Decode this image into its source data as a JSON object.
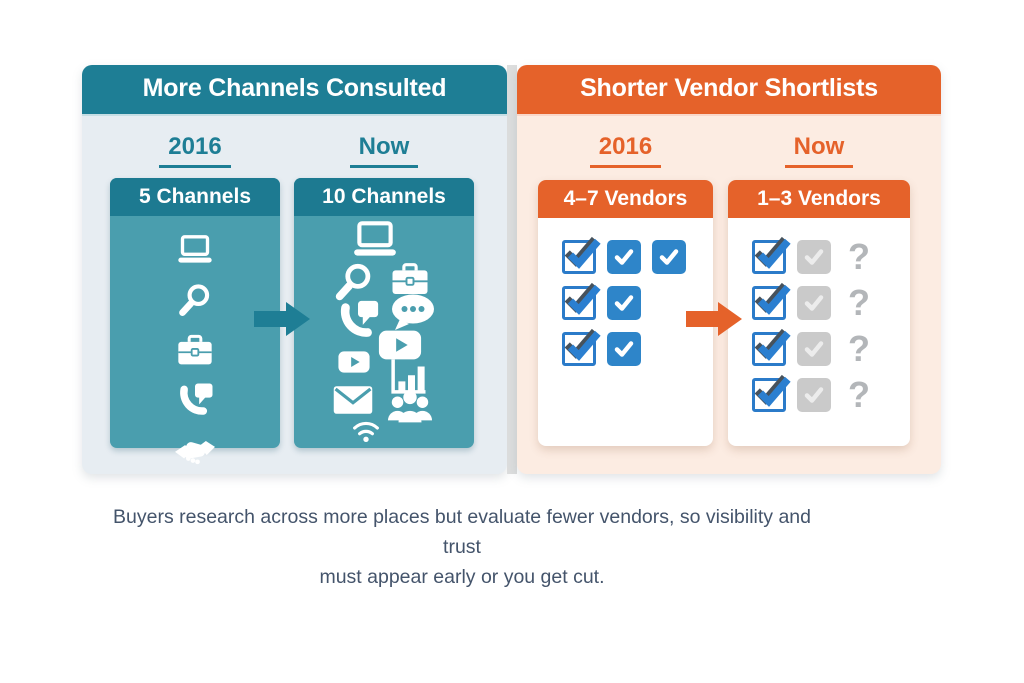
{
  "colors": {
    "teal": "#1e7e95",
    "teal_card": "#4a9eae",
    "teal_card_header": "#1d7a91",
    "panel_left_bg": "#e7edf2",
    "orange": "#e5622a",
    "panel_right_bg": "#fcece2",
    "divider": "#dcdddd",
    "checkbox_blue": "#2e85c9",
    "checkbox_outline": "#2b7bc9",
    "check_blue": "#2b7fd0",
    "check_dark": "#47525c",
    "checkbox_gray": "#cacaca",
    "gray_check_mark": "#ececec",
    "question_gray": "#b3b6b9",
    "caption_text": "#44546b"
  },
  "channels_panel": {
    "title": "More Channels Consulted",
    "col_2016_label": "2016",
    "col_now_label": "Now",
    "card_2016": {
      "header": "5 Channels",
      "icons": [
        "laptop-icon",
        "search-icon",
        "briefcase-icon",
        "phone-chat-icon",
        "handshake-icon"
      ]
    },
    "card_now": {
      "header": "10 Channels",
      "icons": [
        "laptop-icon",
        "search-icon",
        "briefcase-icon",
        "phone-chat-icon",
        "chat-ellipsis-icon",
        "video-play-icon",
        "video-play-small-icon",
        "bar-chart-icon",
        "envelope-icon",
        "people-icon",
        "wifi-icon"
      ]
    }
  },
  "shortlist_panel": {
    "title": "Shorter Vendor Shortlists",
    "col_2016_label": "2016",
    "col_now_label": "Now",
    "card_2016": {
      "header": "4–7 Vendors",
      "rows": [
        [
          "outline-check",
          "solid-check",
          "solid-check"
        ],
        [
          "outline-check",
          "solid-check"
        ],
        [
          "outline-check",
          "solid-check"
        ]
      ]
    },
    "card_now": {
      "header": "1–3 Vendors",
      "question_mark": "?",
      "rows": [
        [
          "outline-check",
          "gray-check",
          "question"
        ],
        [
          "outline-check",
          "gray-check",
          "question"
        ],
        [
          "outline-check",
          "gray-check",
          "question"
        ],
        [
          "outline-check",
          "gray-check",
          "question"
        ]
      ]
    }
  },
  "caption": {
    "line1": "Buyers research across more places but evaluate fewer vendors, so visibility and trust",
    "line2": "must appear early or you get cut."
  }
}
